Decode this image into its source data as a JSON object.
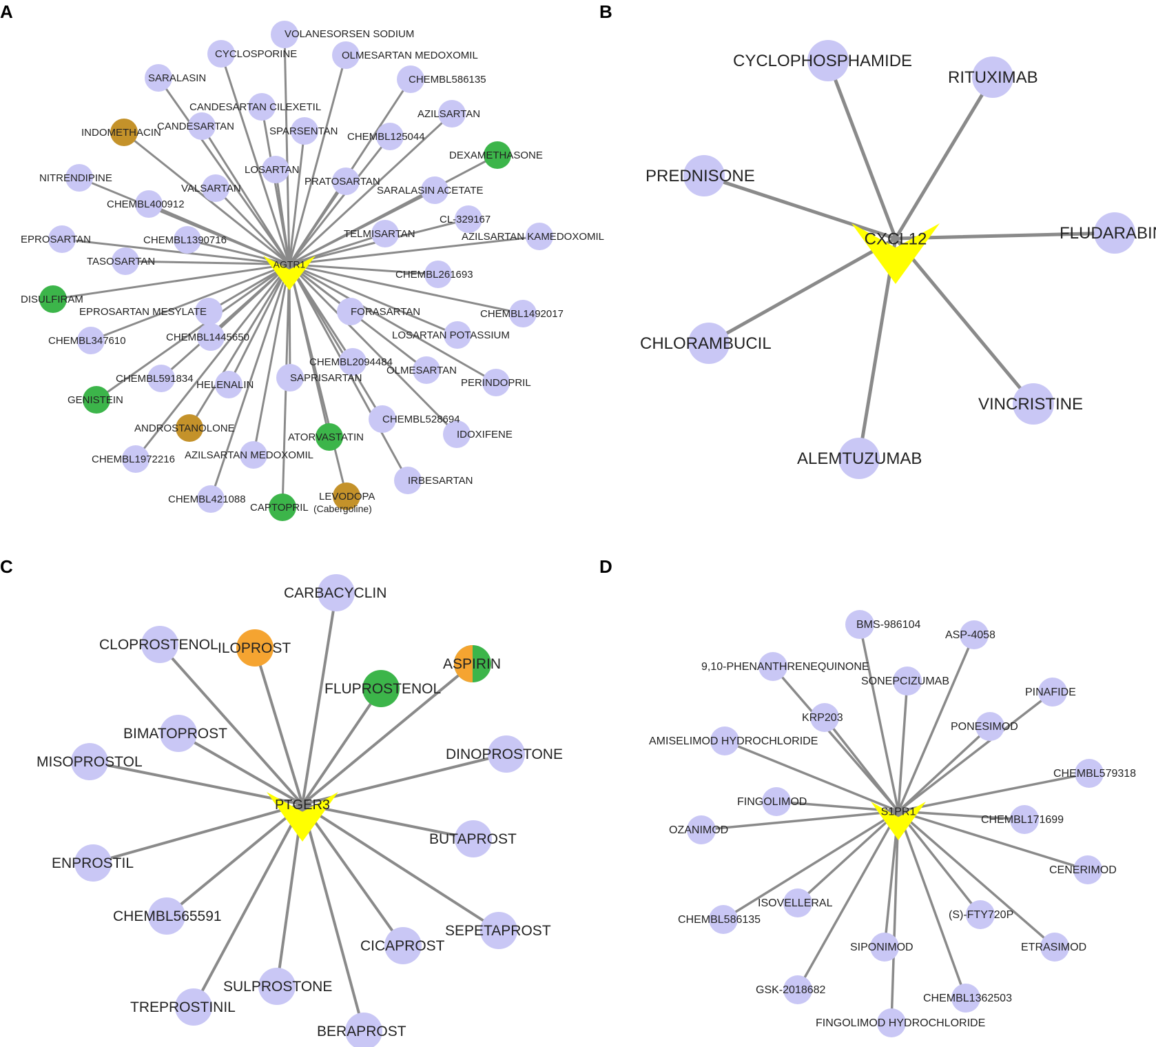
{
  "colors": {
    "default_node": "#c9c7f5",
    "green": "#3cb54a",
    "brown": "#c4922a",
    "orange": "#f5a431",
    "hub": "#ffff00",
    "edge": "#8a8a8a"
  },
  "panels": [
    {
      "letter": "A",
      "hub": "AGTR1",
      "nodes": [
        {
          "label": "VOLANESORSEN SODIUM"
        },
        {
          "label": "CYCLOSPORINE"
        },
        {
          "label": "OLMESARTAN MEDOXOMIL"
        },
        {
          "label": "SARALASIN"
        },
        {
          "label": "CHEMBL586135"
        },
        {
          "label": "CANDESARTAN CILEXETIL"
        },
        {
          "label": "AZILSARTAN"
        },
        {
          "label": "INDOMETHACIN",
          "color": "brown"
        },
        {
          "label": "CANDESARTAN"
        },
        {
          "label": "SPARSENTAN"
        },
        {
          "label": "CHEMBL125044"
        },
        {
          "label": "DEXAMETHASONE",
          "color": "green"
        },
        {
          "label": "NITRENDIPINE"
        },
        {
          "label": "LOSARTAN"
        },
        {
          "label": "PRATOSARTAN"
        },
        {
          "label": "VALSARTAN"
        },
        {
          "label": "SARALASIN ACETATE"
        },
        {
          "label": "CHEMBL400912"
        },
        {
          "label": "CL-329167"
        },
        {
          "label": "EPROSARTAN"
        },
        {
          "label": "CHEMBL1390716"
        },
        {
          "label": "TELMISARTAN"
        },
        {
          "label": "AZILSARTAN KAMEDOXOMIL"
        },
        {
          "label": "TASOSARTAN"
        },
        {
          "label": "CHEMBL261693"
        },
        {
          "label": "DISULFIRAM",
          "color": "green"
        },
        {
          "label": "EPROSARTAN MESYLATE"
        },
        {
          "label": "FORASARTAN"
        },
        {
          "label": "CHEMBL1492017"
        },
        {
          "label": "CHEMBL347610"
        },
        {
          "label": "CHEMBL1445650"
        },
        {
          "label": "LOSARTAN POTASSIUM"
        },
        {
          "label": "CHEMBL2094484"
        },
        {
          "label": "OLMESARTAN"
        },
        {
          "label": "PERINDOPRIL"
        },
        {
          "label": "CHEMBL591834"
        },
        {
          "label": "HELENALIN"
        },
        {
          "label": "SAPRISARTAN"
        },
        {
          "label": "GENISTEIN",
          "color": "green"
        },
        {
          "label": "CHEMBL528694"
        },
        {
          "label": "ANDROSTANOLONE",
          "color": "brown"
        },
        {
          "label": "ATORVASTATIN",
          "color": "green"
        },
        {
          "label": "IDOXIFENE"
        },
        {
          "label": "CHEMBL1972216"
        },
        {
          "label": "AZILSARTAN MEDOXOMIL"
        },
        {
          "label": "IRBESARTAN"
        },
        {
          "label": "LEVODOPA",
          "label2": "(Cabergoline)",
          "color": "brown"
        },
        {
          "label": "CHEMBL421088"
        },
        {
          "label": "CAPTOPRIL",
          "color": "green"
        }
      ]
    },
    {
      "letter": "B",
      "hub": "CXCL12",
      "nodes": [
        {
          "label": "CYCLOPHOSPHAMIDE"
        },
        {
          "label": "RITUXIMAB"
        },
        {
          "label": "PREDNISONE"
        },
        {
          "label": "FLUDARABINE"
        },
        {
          "label": "CHLORAMBUCIL"
        },
        {
          "label": "VINCRISTINE"
        },
        {
          "label": "ALEMTUZUMAB"
        }
      ]
    },
    {
      "letter": "C",
      "hub": "PTGER3",
      "nodes": [
        {
          "label": "CARBACYCLIN"
        },
        {
          "label": "CLOPROSTENOL"
        },
        {
          "label": "ILOPROST",
          "color": "orange"
        },
        {
          "label": "ASPIRIN",
          "color": "orange",
          "color2": "green"
        },
        {
          "label": "FLUPROSTENOL",
          "color": "green"
        },
        {
          "label": "BIMATOPROST"
        },
        {
          "label": "DINOPROSTONE"
        },
        {
          "label": "MISOPROSTOL"
        },
        {
          "label": "BUTAPROST"
        },
        {
          "label": "ENPROSTIL"
        },
        {
          "label": "CHEMBL565591"
        },
        {
          "label": "SEPETAPROST"
        },
        {
          "label": "CICAPROST"
        },
        {
          "label": "SULPROSTONE"
        },
        {
          "label": "TREPROSTINIL"
        },
        {
          "label": "BERAPROST"
        }
      ]
    },
    {
      "letter": "D",
      "hub": "S1PR1",
      "nodes": [
        {
          "label": "BMS-986104"
        },
        {
          "label": "ASP-4058"
        },
        {
          "label": "9,10-PHENANTHRENEQUINONE"
        },
        {
          "label": "SONEPCIZUMAB"
        },
        {
          "label": "PINAFIDE"
        },
        {
          "label": "KRP203"
        },
        {
          "label": "PONESIMOD"
        },
        {
          "label": "AMISELIMOD HYDROCHLORIDE"
        },
        {
          "label": "CHEMBL579318"
        },
        {
          "label": "FINGOLIMOD"
        },
        {
          "label": "CHEMBL171699"
        },
        {
          "label": "OZANIMOD"
        },
        {
          "label": "CENERIMOD"
        },
        {
          "label": "ISOVELLERAL"
        },
        {
          "label": "(S)-FTY720P"
        },
        {
          "label": "CHEMBL586135"
        },
        {
          "label": "SIPONIMOD"
        },
        {
          "label": "ETRASIMOD"
        },
        {
          "label": "GSK-2018682"
        },
        {
          "label": "CHEMBL1362503"
        },
        {
          "label": "FINGOLIMOD HYDROCHLORIDE"
        }
      ]
    }
  ]
}
